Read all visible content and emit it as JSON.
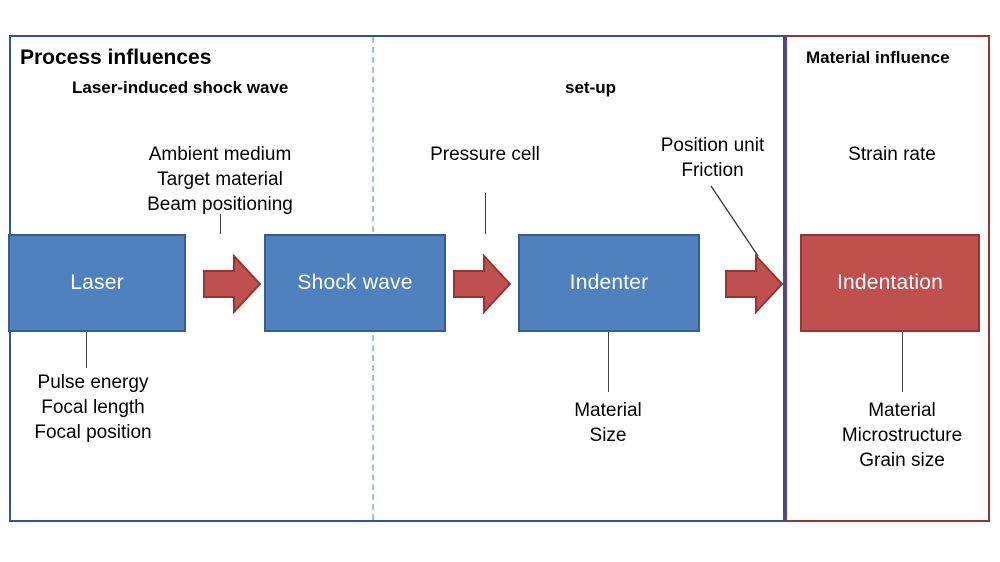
{
  "figure": {
    "panels": {
      "process": {
        "heading": "Process influences",
        "sections": [
          {
            "key": "laser_shock",
            "title": "Laser-induced shock wave"
          },
          {
            "key": "setup",
            "title": "set-up"
          }
        ],
        "border_color": "#2f5597",
        "divider_color": "#9dc3e6"
      },
      "material": {
        "heading": "Material influence",
        "border_color": "#943634"
      }
    },
    "boxes": [
      {
        "key": "laser",
        "label": "Laser",
        "fill": "#4e81bd",
        "border": "#385d8a",
        "text_color": "#ffffff"
      },
      {
        "key": "shockwave",
        "label": "Shock wave",
        "fill": "#4e81bd",
        "border": "#385d8a",
        "text_color": "#ffffff"
      },
      {
        "key": "indenter",
        "label": "Indenter",
        "fill": "#4e81bd",
        "border": "#385d8a",
        "text_color": "#ffffff"
      },
      {
        "key": "indentation",
        "label": "Indentation",
        "fill": "#c0504d",
        "border": "#943634",
        "text_color": "#ffffff"
      }
    ],
    "arrows": {
      "fill": "#c0504d",
      "border": "#943634",
      "count": 3,
      "direction": "right"
    },
    "annotations": {
      "ambient": {
        "lines": [
          "Ambient medium",
          "Target material",
          "Beam positioning"
        ],
        "attached_to": "shockwave",
        "position": "above"
      },
      "pulse": {
        "lines": [
          "Pulse energy",
          "Focal length",
          "Focal position"
        ],
        "attached_to": "laser",
        "position": "below"
      },
      "pressure": {
        "lines": [
          "Pressure cell"
        ],
        "attached_to": "indenter",
        "position": "above"
      },
      "position_unit": {
        "lines": [
          "Position unit",
          "Friction"
        ],
        "attached_to": "arrow-3",
        "position": "above"
      },
      "material_size": {
        "lines": [
          "Material",
          "Size"
        ],
        "attached_to": "indenter",
        "position": "below"
      },
      "strain_rate": {
        "lines": [
          "Strain rate"
        ],
        "attached_to": "indentation",
        "position": "above"
      },
      "grain": {
        "lines": [
          "Material",
          "Microstructure",
          "Grain size"
        ],
        "attached_to": "indentation",
        "position": "below"
      }
    }
  }
}
